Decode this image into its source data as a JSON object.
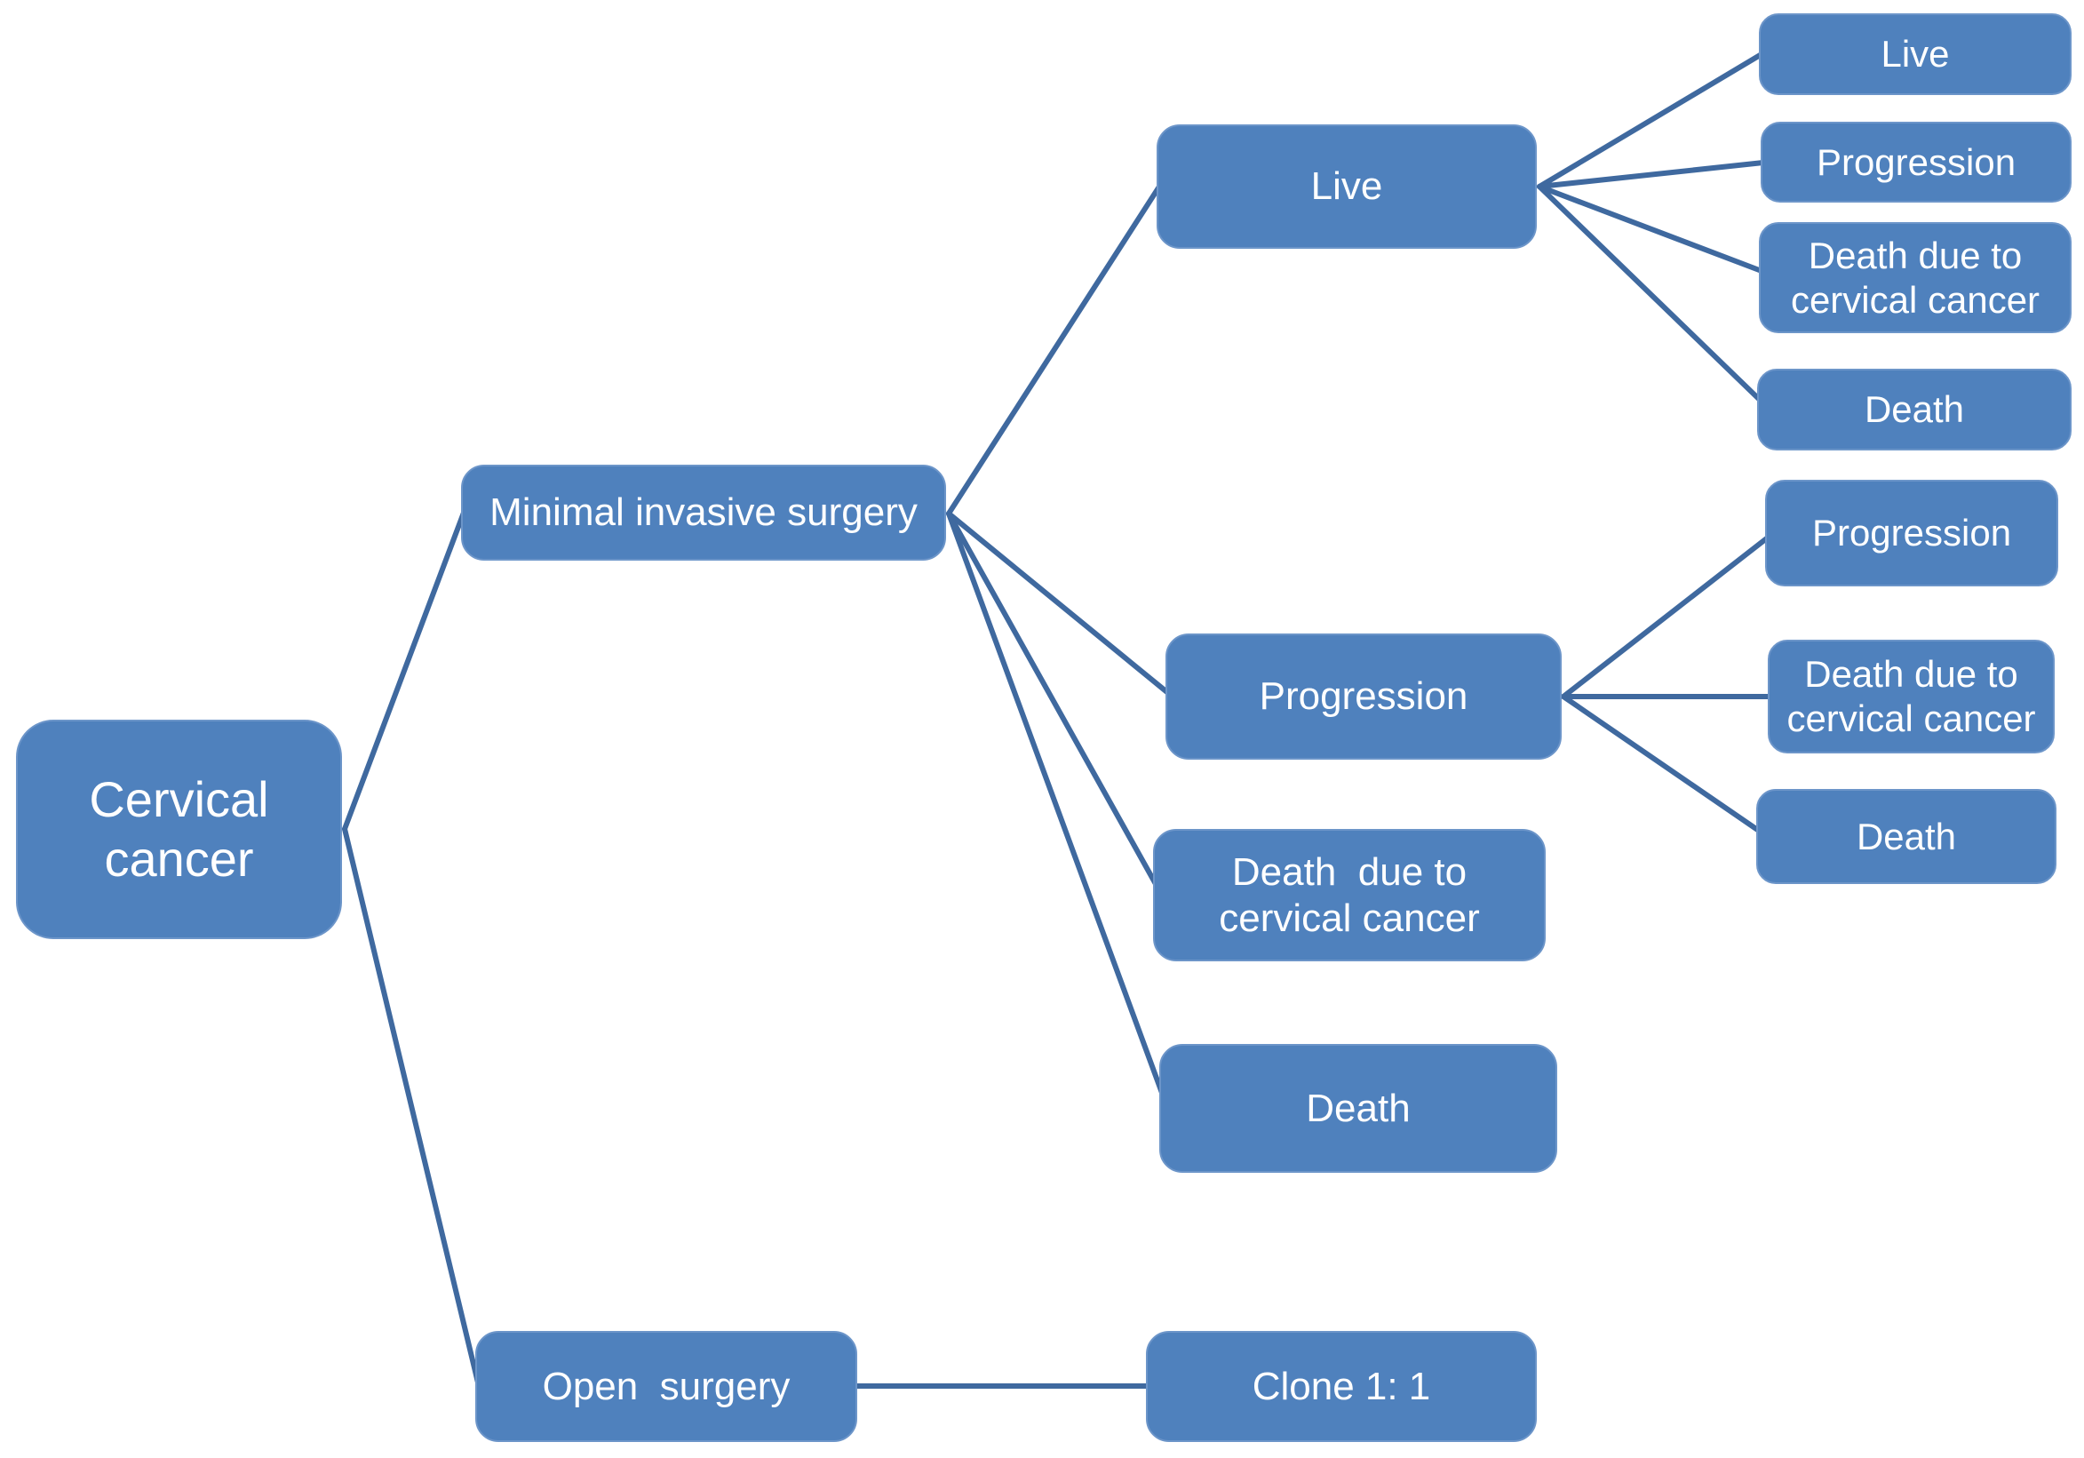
{
  "diagram": {
    "type": "decision-tree",
    "colors": {
      "node_fill": "#4f81bd",
      "node_border": "#6c95c9",
      "connector": "#3f699f",
      "text": "#ffffff",
      "background": "#ffffff"
    },
    "nodes": {
      "root": {
        "label": "Cervical cancer"
      },
      "minimal_invasive": {
        "label": "Minimal invasive surgery"
      },
      "open_surgery": {
        "label": "Open  surgery"
      },
      "live_l3": {
        "label": "Live"
      },
      "progression_l3": {
        "label": "Progression"
      },
      "death_cc_l3": {
        "label": "Death  due to\ncervical cancer"
      },
      "death_l3": {
        "label": "Death"
      },
      "clone": {
        "label": "Clone 1: 1"
      },
      "live_l4": {
        "label": "Live"
      },
      "progression_l4a": {
        "label": "Progression"
      },
      "death_cc_l4a": {
        "label": "Death due to\ncervical cancer"
      },
      "death_l4a": {
        "label": "Death"
      },
      "progression_l4b": {
        "label": "Progression"
      },
      "death_cc_l4b": {
        "label": "Death due to\ncervical cancer"
      },
      "death_l4b": {
        "label": "Death"
      }
    },
    "edges": [
      [
        "root",
        "minimal_invasive"
      ],
      [
        "root",
        "open_surgery"
      ],
      [
        "minimal_invasive",
        "live_l3"
      ],
      [
        "minimal_invasive",
        "progression_l3"
      ],
      [
        "minimal_invasive",
        "death_cc_l3"
      ],
      [
        "minimal_invasive",
        "death_l3"
      ],
      [
        "live_l3",
        "live_l4"
      ],
      [
        "live_l3",
        "progression_l4a"
      ],
      [
        "live_l3",
        "death_cc_l4a"
      ],
      [
        "live_l3",
        "death_l4a"
      ],
      [
        "progression_l3",
        "progression_l4b"
      ],
      [
        "progression_l3",
        "death_cc_l4b"
      ],
      [
        "progression_l3",
        "death_l4b"
      ],
      [
        "open_surgery",
        "clone"
      ]
    ]
  }
}
